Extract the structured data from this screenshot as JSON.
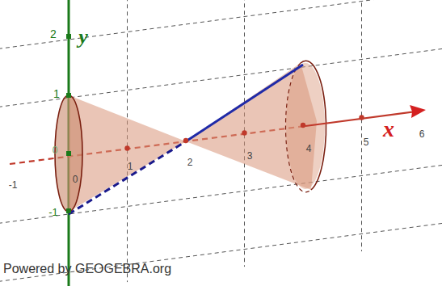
{
  "diagram": {
    "labels": [
      "2",
      "y",
      "1",
      "0",
      "-1",
      "-1",
      "0",
      "1",
      "2",
      "3",
      "4",
      "5",
      "x",
      "6",
      "Powered by GEOGEBRA.org"
    ]
  }
}
